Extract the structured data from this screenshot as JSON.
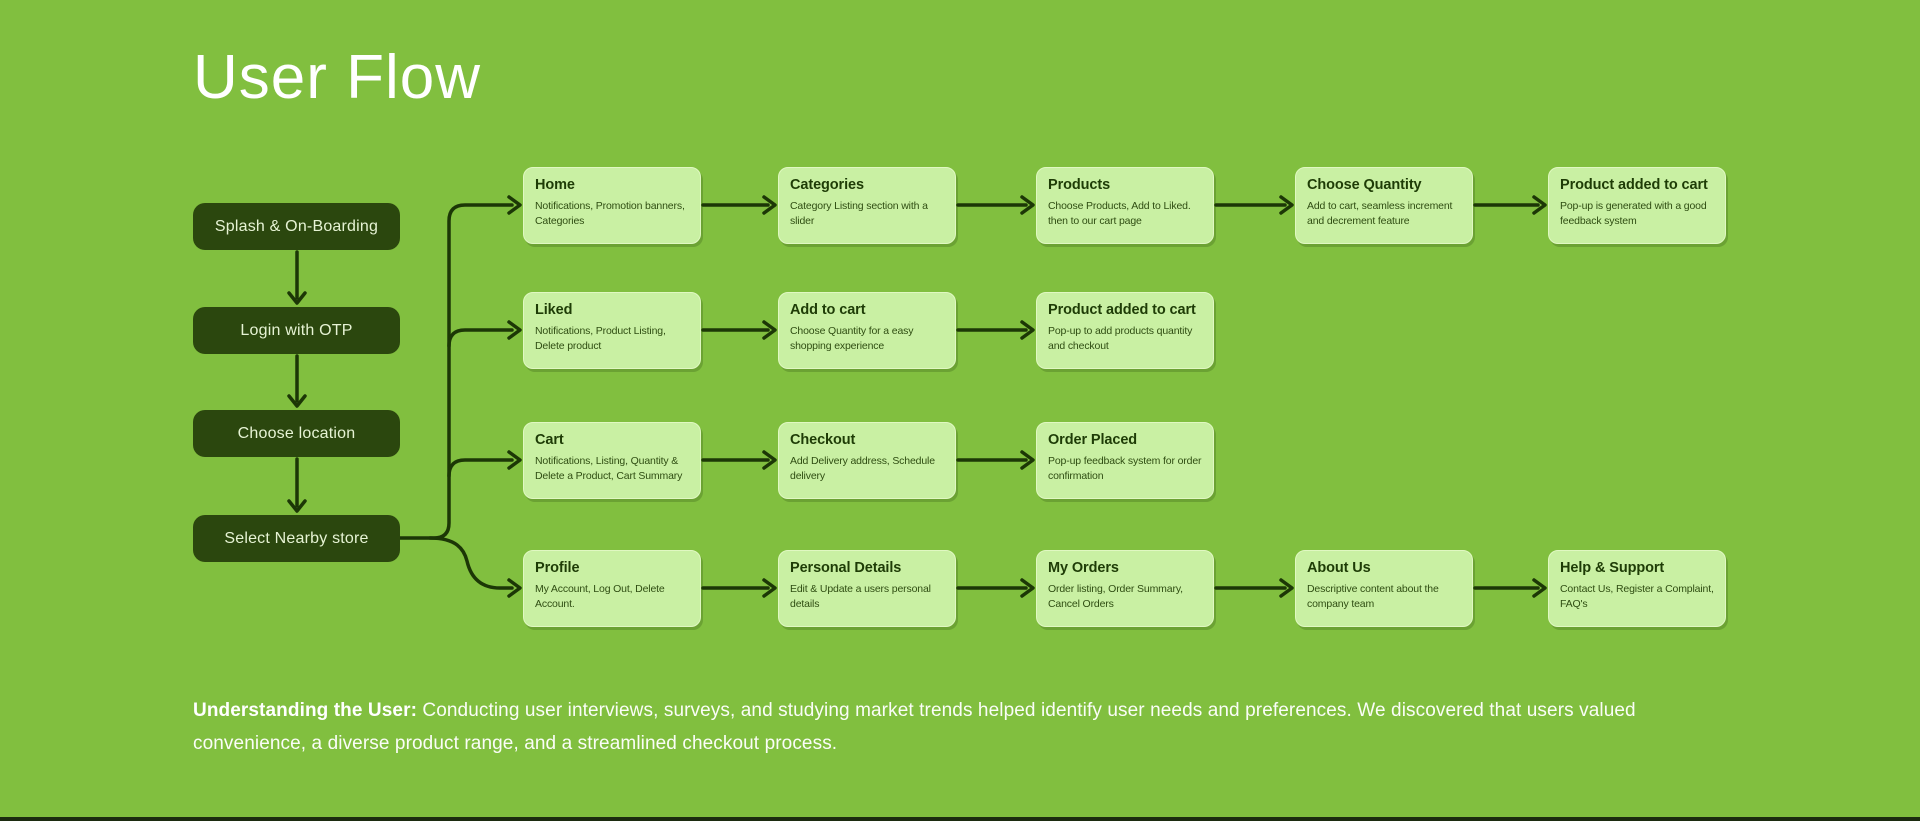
{
  "page": {
    "title": "User Flow"
  },
  "colors": {
    "background": "#81BF3F",
    "dark_node_fill": "#2B470E",
    "light_node_fill": "#C9F0A3",
    "light_node_border": "#E0F8C2",
    "connector_stroke": "#1C3706",
    "title_text": "#FFFFFF",
    "node_title_text": "#1E3C06"
  },
  "flow": {
    "entry_steps": [
      {
        "label": "Splash & On-Boarding"
      },
      {
        "label": "Login with OTP"
      },
      {
        "label": "Choose location"
      },
      {
        "label": "Select Nearby store"
      }
    ],
    "rows": [
      {
        "boxes": [
          {
            "title": "Home",
            "desc": "Notifications, Promotion banners, Categories"
          },
          {
            "title": "Categories",
            "desc": "Category Listing section with a slider"
          },
          {
            "title": "Products",
            "desc": "Choose Products, Add to Liked. then to our cart page"
          },
          {
            "title": "Choose Quantity",
            "desc": "Add to cart, seamless increment and decrement feature"
          },
          {
            "title": "Product added to cart",
            "desc": "Pop-up is generated with a good feedback system"
          }
        ]
      },
      {
        "boxes": [
          {
            "title": "Liked",
            "desc": "Notifications, Product Listing, Delete product"
          },
          {
            "title": "Add to cart",
            "desc": "Choose Quantity for a easy shopping experience"
          },
          {
            "title": "Product added to cart",
            "desc": "Pop-up to add products quantity and checkout"
          }
        ]
      },
      {
        "boxes": [
          {
            "title": "Cart",
            "desc": "Notifications, Listing,  Quantity & Delete a Product, Cart Summary"
          },
          {
            "title": "Checkout",
            "desc": "Add Delivery address, Schedule delivery"
          },
          {
            "title": "Order Placed",
            "desc": "Pop-up feedback system for order confirmation"
          }
        ]
      },
      {
        "boxes": [
          {
            "title": "Profile",
            "desc": "My Account, Log Out, Delete Account."
          },
          {
            "title": "Personal Details",
            "desc": "Edit & Update a users personal details"
          },
          {
            "title": "My Orders",
            "desc": "Order listing, Order Summary, Cancel Orders"
          },
          {
            "title": "About Us",
            "desc": "Descriptive content about the company team"
          },
          {
            "title": "Help & Support",
            "desc": "Contact Us, Register a Complaint, FAQ's"
          }
        ]
      }
    ]
  },
  "footer": {
    "lead": "Understanding the User:",
    "body": " Conducting user interviews, surveys, and studying market trends helped identify user needs and preferences. We discovered that users valued convenience, a diverse product range, and a streamlined checkout process."
  }
}
